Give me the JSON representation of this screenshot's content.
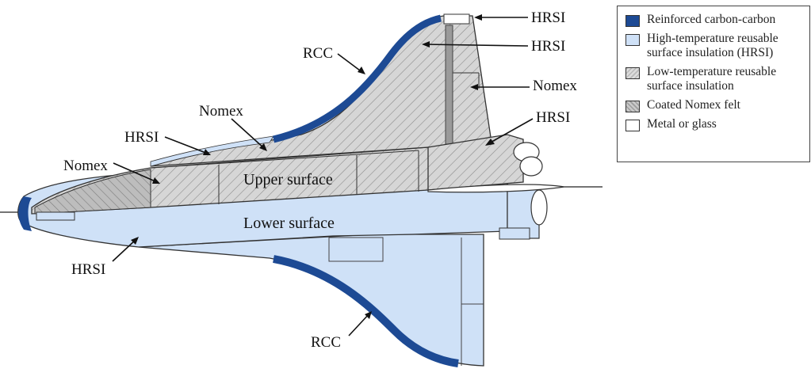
{
  "labels": {
    "hrsi_fin_tip": "HRSI",
    "hrsi_fin": "HRSI",
    "nomex_fin": "Nomex",
    "hrsi_oms": "HRSI",
    "rcc_top": "RCC",
    "nomex_upper": "Nomex",
    "hrsi_upper": "HRSI",
    "nomex_fwd": "Nomex",
    "upper_surface": "Upper surface",
    "lower_surface": "Lower surface",
    "hrsi_lower": "HRSI",
    "rcc_bottom": "RCC"
  },
  "legend": {
    "items": [
      {
        "key": "rcc",
        "line1": "Reinforced carbon-carbon",
        "line2": "",
        "color": "#1d4a94"
      },
      {
        "key": "hrsi",
        "line1": "High-temperature reusable",
        "line2": "surface insulation (HRSI)",
        "color": "#cfe1f7"
      },
      {
        "key": "lrsi",
        "line1": "Low-temperature reusable",
        "line2": "surface insulation",
        "color": "#c8c8c8"
      },
      {
        "key": "nomex",
        "line1": "Coated Nomex felt",
        "line2": "",
        "color": "#a8a8a8"
      },
      {
        "key": "metal",
        "line1": "Metal or glass",
        "line2": "",
        "color": "#ffffff"
      }
    ]
  },
  "colors": {
    "rcc": "#1d4a94",
    "hrsi": "#cfe1f7",
    "lrsi_bg": "#d6d6d6",
    "nomex_bg": "#bdbdbd",
    "metal": "#ffffff"
  }
}
